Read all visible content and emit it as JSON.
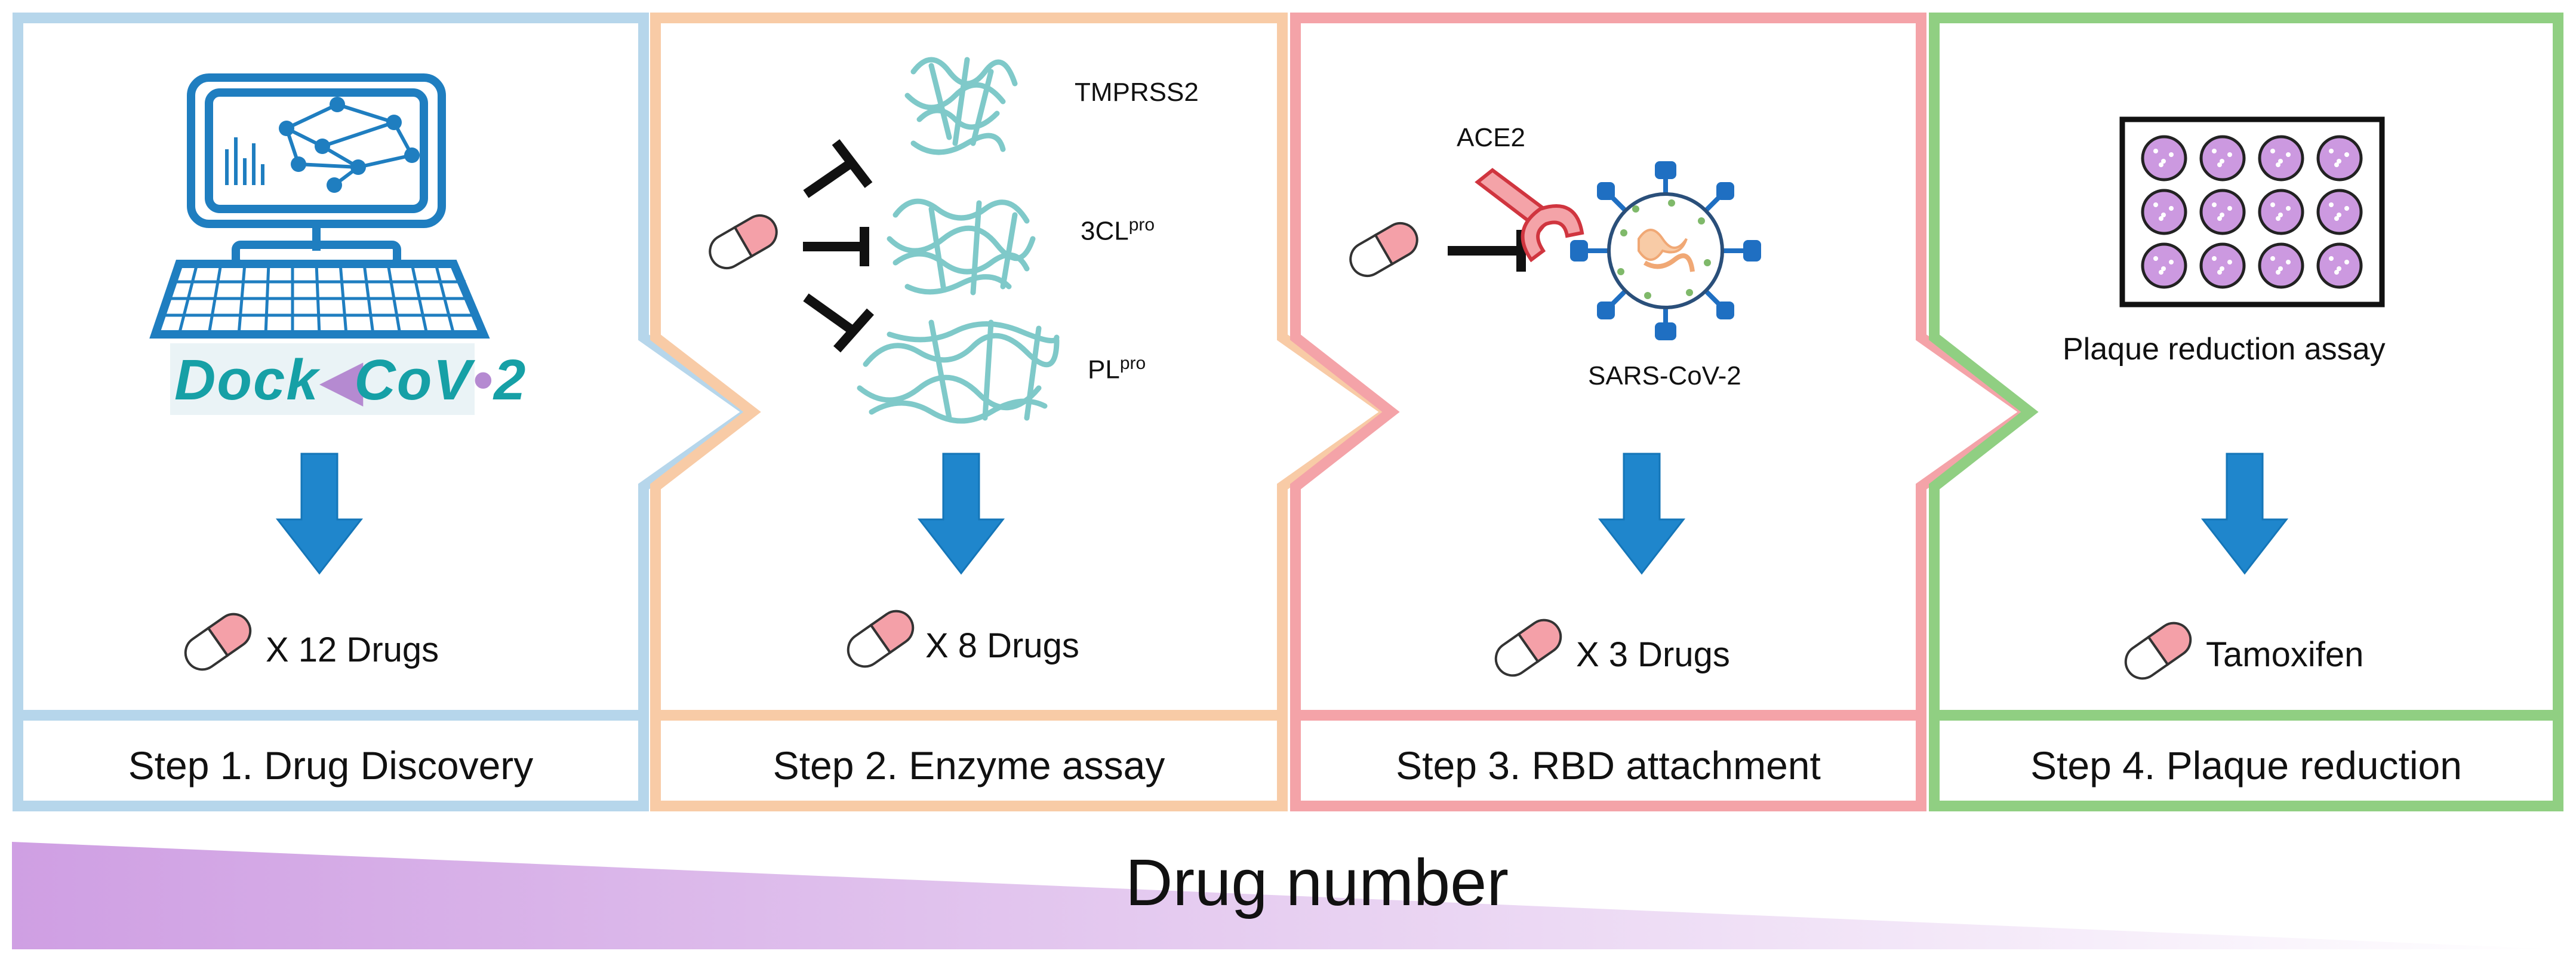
{
  "colors": {
    "step1": "#b6d6eb",
    "step2": "#f8cba6",
    "step3": "#f4a3a8",
    "step4": "#90cf82",
    "arrow": "#1f86cc",
    "pill_pink": "#f4a0a8",
    "protein": "#7fc9c9",
    "virus_blue": "#1f6fc2",
    "computer": "#1f7ec0",
    "plaque": "#cc99e0",
    "gradient_start": "#cf9fe3",
    "gradient_end": "#ffffff"
  },
  "steps": [
    {
      "title": "Step 1. Drug Discovery",
      "result": "X 12 Drugs",
      "logo": {
        "left": "Dock",
        "right": "CoV",
        "suffix": "2"
      }
    },
    {
      "title": "Step 2. Enzyme assay",
      "result": "X 8 Drugs",
      "targets": [
        {
          "name": "TMPRSS2",
          "sup": ""
        },
        {
          "name": "3CL",
          "sup": "pro"
        },
        {
          "name": "PL",
          "sup": "pro"
        }
      ]
    },
    {
      "title": "Step 3. RBD  attachment",
      "result": "X 3 Drugs",
      "receptor": "ACE2",
      "virus": "SARS-CoV-2"
    },
    {
      "title": "Step 4. Plaque reduction",
      "result": "Tamoxifen",
      "assay": "Plaque reduction assay"
    }
  ],
  "bottom_label": "Drug number",
  "icons": {
    "computer": "computer-icon",
    "pill": "pill-icon",
    "arrow": "down-arrow-icon",
    "inhibit": "inhibition-icon",
    "protein": "protein-structure-icon",
    "virus": "virus-icon",
    "receptor": "receptor-icon",
    "plate": "well-plate-icon"
  }
}
